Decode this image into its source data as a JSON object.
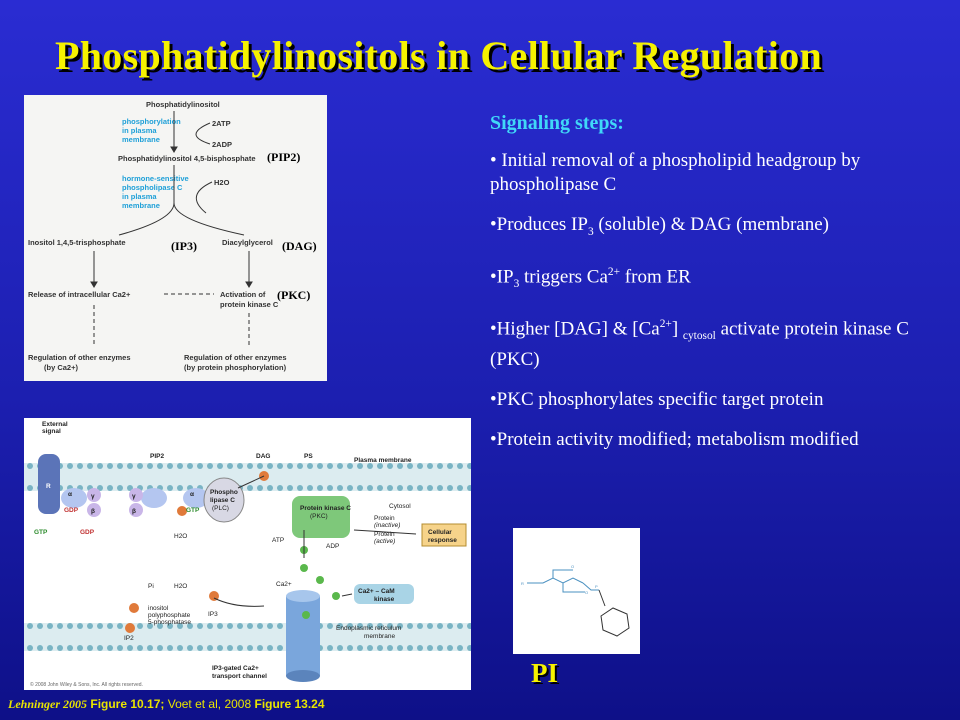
{
  "slide": {
    "title": "Phosphatidylinositols in Cellular Regulation",
    "steps_heading": "Signaling steps:",
    "pi_label": "PI",
    "credit": {
      "book": "Lehninger 2005",
      "fig1": "Figure 10.17;",
      "ref": "Voet et al, 2008",
      "fig2": "Figure 13.24"
    }
  },
  "bullets": {
    "b1": "Initial removal of a phospholipid headgroup by phospholipase C",
    "b2a": "Produces IP",
    "b2sub": "3",
    "b2b": " (soluble) & DAG (membrane)",
    "b3a": "IP",
    "b3sub": "3",
    "b3b": " triggers Ca",
    "b3sup": "2+",
    "b3c": " from ER",
    "b4a": "Higher [DAG] & [Ca",
    "b4sup": "2+",
    "b4b": "] ",
    "b4sub": "cytosol",
    "b4c": " activate protein kinase C (PKC)",
    "b5": "PKC phosphorylates specific target protein",
    "b6": "Protein activity modified; metabolism modified"
  },
  "fig1": {
    "phosphatidylinositol": "Phosphatidylinositol",
    "phos_line1": "phosphorylation",
    "phos_line2": "in plasma",
    "phos_line3": "membrane",
    "atp": "2ATP",
    "adp": "2ADP",
    "pip2": "Phosphatidylinositol 4,5-bisphosphate",
    "plc_line1": "hormone-sensitive",
    "plc_line2": "phospholipase C",
    "plc_line3": "in plasma",
    "plc_line4": "membrane",
    "h2o": "H2O",
    "ip3": "Inositol 1,4,5-trisphosphate",
    "dag": "Diacylglycerol",
    "release": "Release of intracellular Ca2+",
    "activation1": "Activation of",
    "activation2": "protein kinase C",
    "reg1_line1": "Regulation of other enzymes",
    "reg1_line2": "(by Ca2+)",
    "reg2_line1": "Regulation of other enzymes",
    "reg2_line2": "(by protein phosphorylation)",
    "ov_pip2": "(PIP2)",
    "ov_ip3": "(IP3)",
    "ov_dag": "(DAG)",
    "ov_pkc": "(PKC)"
  },
  "fig2": {
    "external_signal1": "External",
    "external_signal2": "signal",
    "receptor": "R",
    "gdp": "GDP",
    "gtp": "GTP",
    "alpha": "α",
    "beta": "β",
    "gamma": "γ",
    "plc1": "Phospho",
    "plc2": "lipase C",
    "plc3": "(PLC)",
    "pip2": "PIP2",
    "dag": "DAG",
    "ps": "PS",
    "plasma_membrane": "Plasma membrane",
    "pkc1": "Protein kinase C",
    "pkc2": "(PKC)",
    "cytosol": "Cytosol",
    "atp": "ATP",
    "adp": "ADP",
    "protein_inactive": "Protein",
    "inactive": "(inactive)",
    "protein_active": "Protein",
    "active": "(active)",
    "cellular1": "Cellular",
    "cellular2": "response",
    "h2o": "H2O",
    "pi": "Pi",
    "ca": "Ca2+",
    "cacam1": "Ca2+ – CaM",
    "cacam2": "kinase",
    "ip2": "IP2",
    "ip3": "IP3",
    "phosphatase1": "inositol",
    "phosphatase2": "polyphosphate",
    "phosphatase3": "5-phosphatase",
    "er1": "Endoplasmic reticulum",
    "er2": "membrane",
    "channel1": "IP3-gated Ca2+",
    "channel2": "transport channel",
    "copyright": "© 2008 John Wiley & Sons, Inc. All rights reserved."
  },
  "colors": {
    "title": "#f6f200",
    "steps_heading": "#40d8f8",
    "plc_text": "#1fa0d8",
    "membrane": "#7ab4c4",
    "gprotein": "#7a9ae0",
    "pkc": "#7ec87a"
  }
}
